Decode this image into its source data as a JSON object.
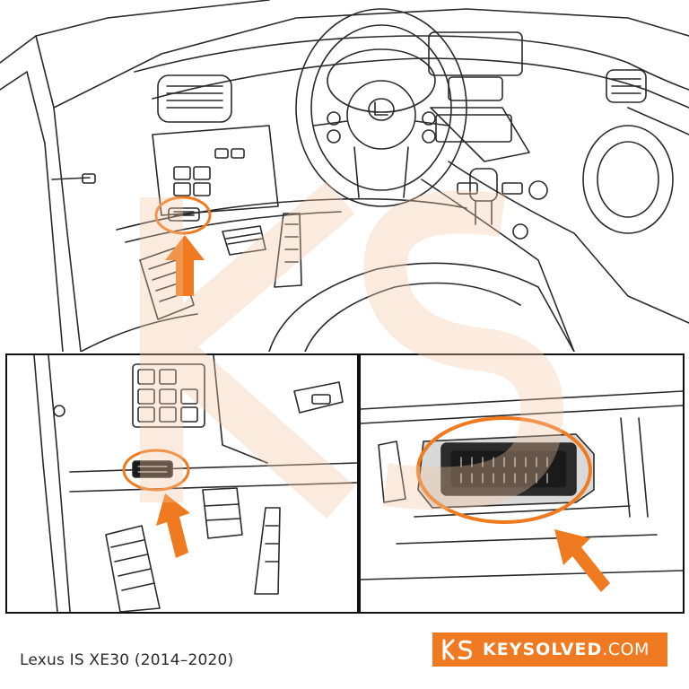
{
  "caption": "Lexus IS XE30 (2014–2020)",
  "brand": {
    "name": "KEYSOLVED",
    "tld": ".COM",
    "mark_icon": "ks-logo-icon",
    "color": "#ef7a22"
  },
  "accent_color": "#f07a1f",
  "line_color": "#2a2a2a"
}
